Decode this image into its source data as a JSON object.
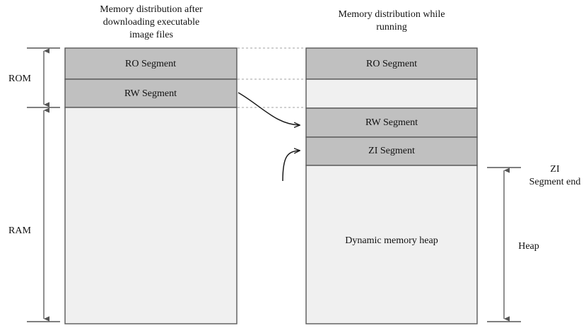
{
  "figure": {
    "kind": "memory-layout-diagram",
    "background_color": "#ffffff",
    "segment_color": "#c0c0c0",
    "free_color": "#f0f0f0",
    "outline_color": "#595959",
    "connector_color": "#b4b4b4",
    "arrow_color": "#1a1a1a"
  },
  "left_panel": {
    "title_line1": "Memory distribution after",
    "title_line2": "downloading executable",
    "title_line3": "image files",
    "blocks": [
      {
        "label": "RO Segment",
        "style": "segment"
      },
      {
        "label": "RW Segment",
        "style": "segment"
      },
      {
        "label": "",
        "style": "free"
      }
    ]
  },
  "right_panel": {
    "title_line1": "Memory distribution while",
    "title_line2": "running",
    "blocks": [
      {
        "label": "RO Segment",
        "style": "segment"
      },
      {
        "label": "",
        "style": "free"
      },
      {
        "label": "RW Segment",
        "style": "segment"
      },
      {
        "label": "ZI Segment",
        "style": "segment"
      },
      {
        "label": "Dynamic memory heap",
        "style": "free"
      }
    ]
  },
  "left_brackets": [
    {
      "label": "ROM"
    },
    {
      "label": "RAM"
    }
  ],
  "right_brackets": [
    {
      "label_line1": "ZI",
      "label_line2": "Segment end"
    },
    {
      "label_line1": "Heap",
      "label_line2": ""
    }
  ]
}
